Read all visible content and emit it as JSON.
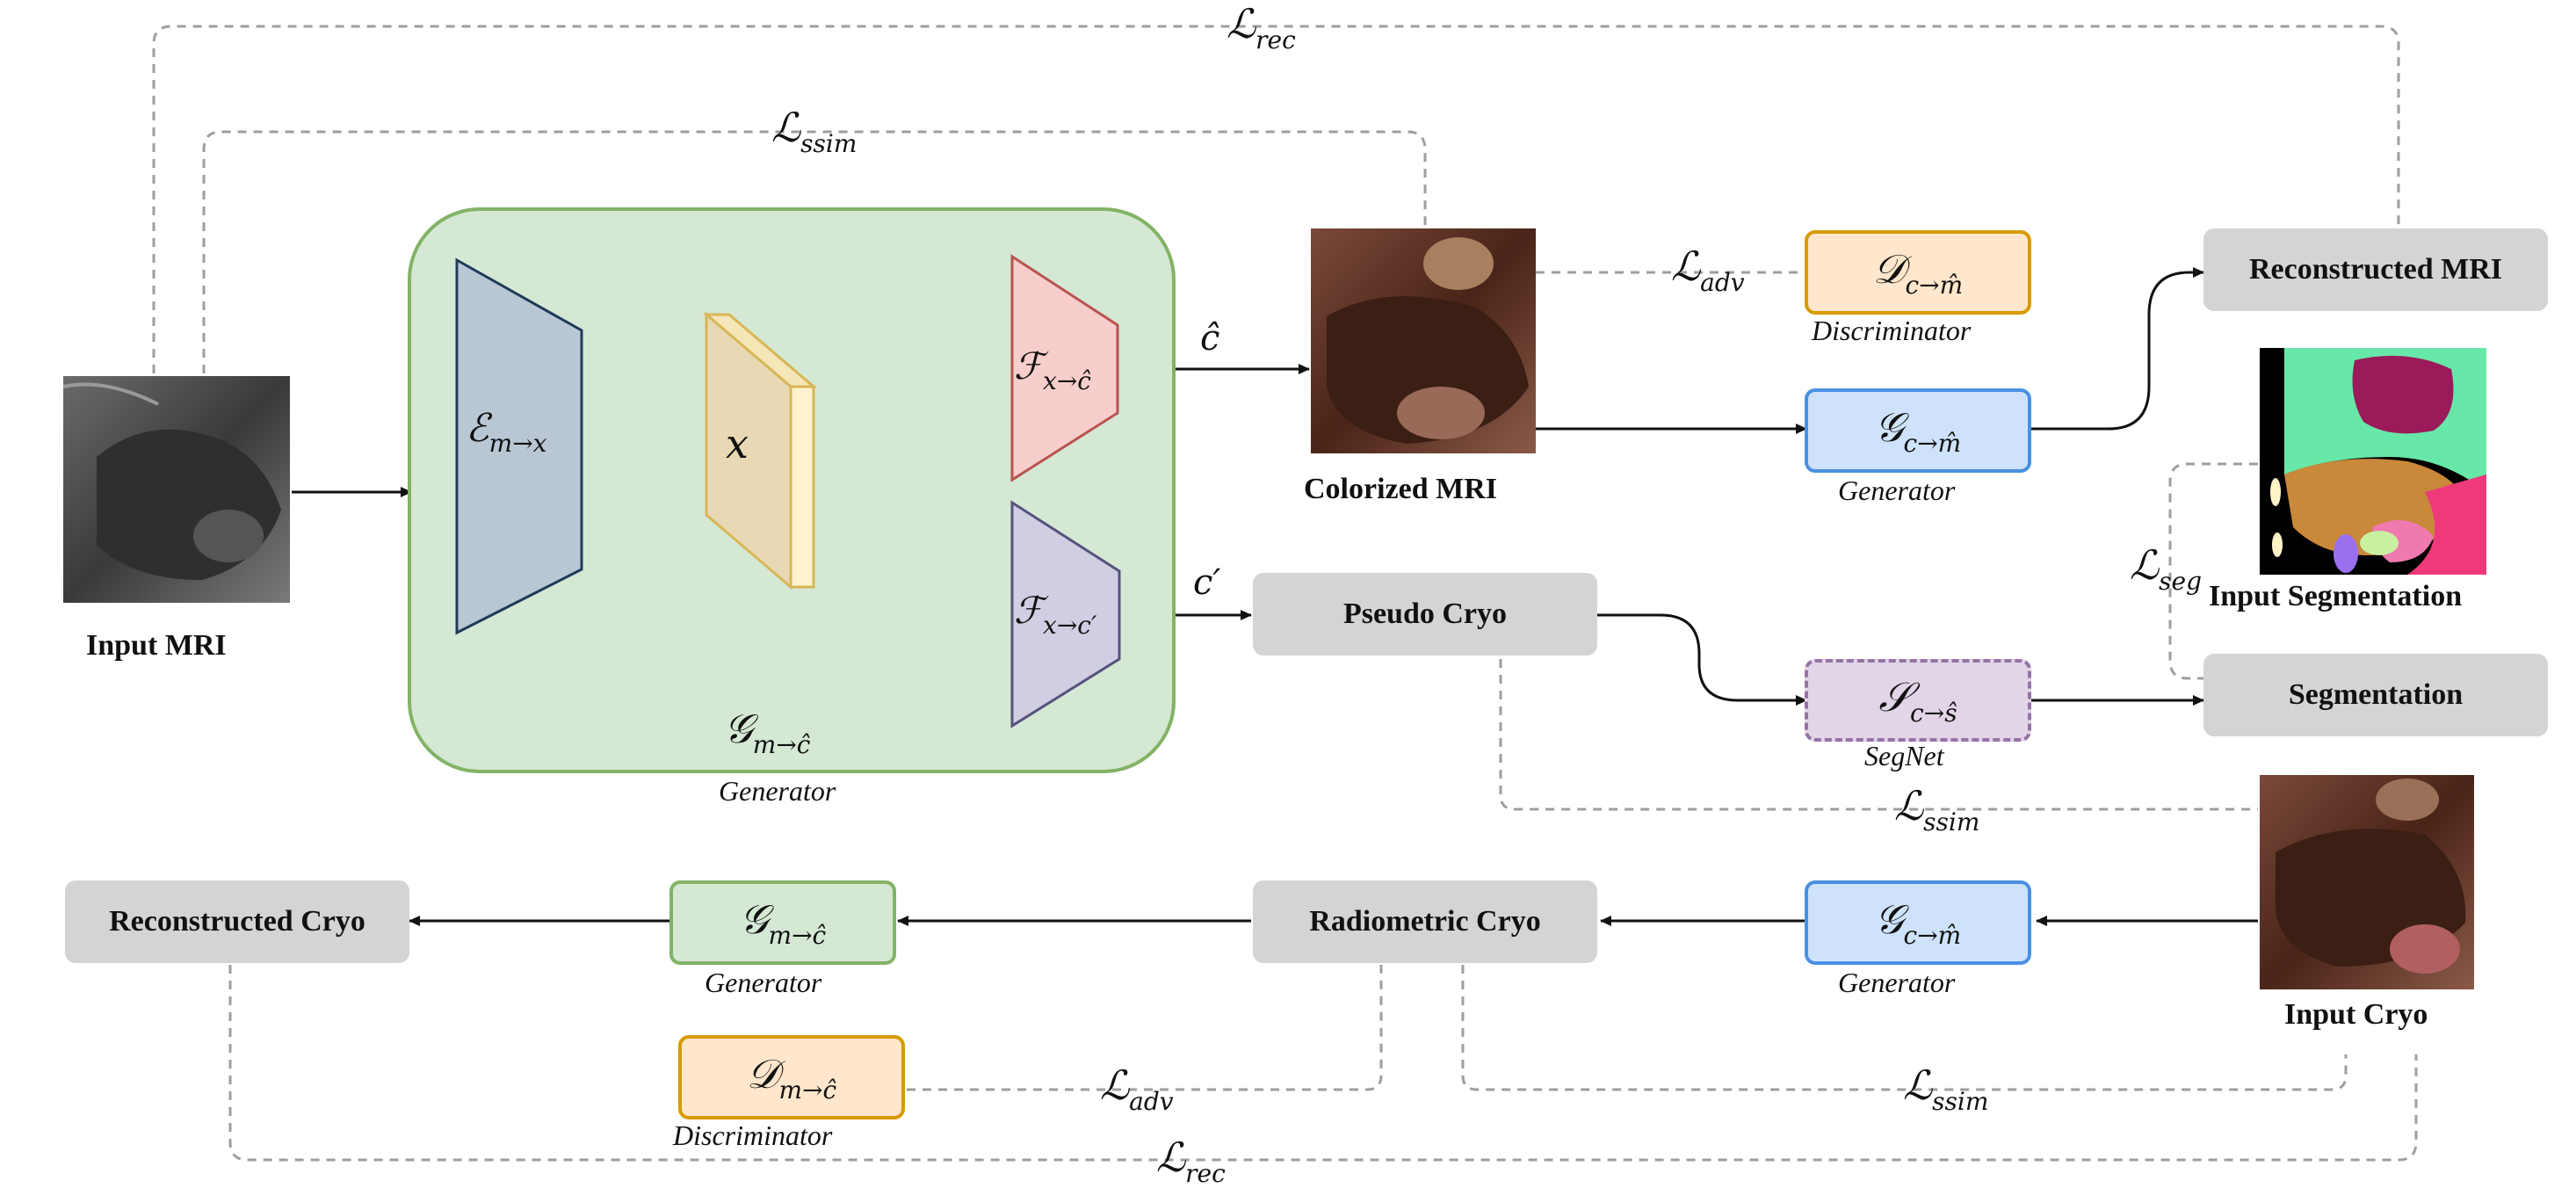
{
  "labels": {
    "input_mri": "Input MRI",
    "colorized_mri": "Colorized MRI",
    "reconstructed_mri": "Reconstructed MRI",
    "input_segmentation": "Input Segmentation",
    "pseudo_cryo": "Pseudo Cryo",
    "segmentation": "Segmentation",
    "input_cryo": "Input Cryo",
    "radiometric_cryo": "Radiometric Cryo",
    "reconstructed_cryo": "Reconstructed Cryo"
  },
  "captions": {
    "generator": "Generator",
    "discriminator": "Discriminator",
    "segnet": "SegNet"
  },
  "math": {
    "L": "ℒ",
    "rec": "rec",
    "ssim": "ssim",
    "adv": "adv",
    "seg": "seg",
    "G": "𝒢",
    "D": "𝒟",
    "S": "𝒮",
    "E": "ℰ",
    "F": "ℱ",
    "sub_m_chat": "m→ĉ",
    "sub_c_mhat": "c→m̂",
    "sub_c_shat": "c→ŝ",
    "sub_m_x": "m→x",
    "sub_x_chat": "x→ĉ",
    "sub_x_cprime": "x→c′",
    "x": "x",
    "chat": "ĉ",
    "cprime": "c′"
  },
  "colors": {
    "generator_blue_fill": "#cfe2fb",
    "generator_blue_border": "#4a90e2",
    "generator_green_fill": "#d5e8d4",
    "generator_green_border": "#82b366",
    "discriminator_fill": "#ffe6cc",
    "discriminator_border": "#d79b00",
    "segnet_fill": "#e1d5e7",
    "segnet_border": "#9673a6",
    "encoder_fill": "#b9c7d4",
    "encoder_border": "#1f3a5a",
    "latent_fill": "#e8d9b4",
    "latent_border": "#d6b656",
    "f_chat_fill": "#f8cecc",
    "f_chat_border": "#b85450",
    "f_cprime_fill": "#d0cee2",
    "f_cprime_border": "#56517e",
    "gray_box": "#d4d4d4"
  }
}
